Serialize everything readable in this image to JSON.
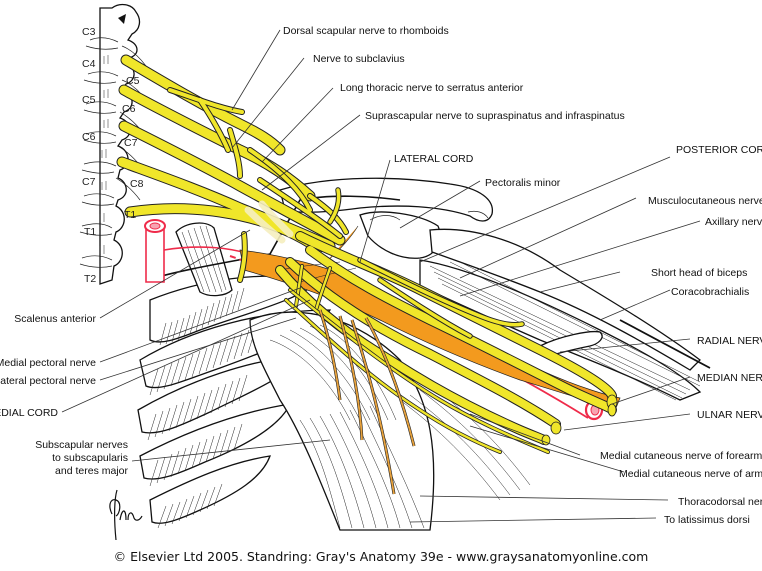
{
  "figure": {
    "title": "Brachial plexus",
    "colors": {
      "nerve": "#f0e62a",
      "cord_posterior": "#f39a1e",
      "artery": "#ef2b4a",
      "artery_lumen": "#f7a3b1",
      "ink": "#111111",
      "pale_nerve": "#f6efbf"
    },
    "vertebra_labels": [
      "C3",
      "C4",
      "C5",
      "C6",
      "C7",
      "T1",
      "T2"
    ],
    "root_labels": [
      "C5",
      "C6",
      "C7",
      "C8",
      "T1"
    ],
    "labels_top": [
      "Dorsal scapular nerve to rhomboids",
      "Nerve to subclavius",
      "Long thoracic nerve to serratus anterior",
      "Suprascapular nerve to supraspinatus and infraspinatus"
    ],
    "labels_center": [
      "LATERAL CORD",
      "Pectoralis minor"
    ],
    "labels_right": [
      "POSTERIOR CORD",
      "Musculocutaneous nerve",
      "Axillary nerve",
      "Short head of biceps",
      "Coracobrachialis",
      "RADIAL NERVE",
      "MEDIAN NERVE",
      "ULNAR NERVE",
      "Medial cutaneous nerve of forearm",
      "Medial cutaneous nerve of arm",
      "Thoracodorsal nerve",
      "To latissimus dorsi"
    ],
    "labels_left": [
      "Scalenus anterior",
      "Medial pectoral nerve",
      "Lateral pectoral nerve",
      "MEDIAL CORD"
    ],
    "subscapular_label": [
      "Subscapular nerves",
      "to subscapularis",
      "and teres major"
    ],
    "signature": "Fisher"
  },
  "footer": {
    "copyright": "© Elsevier Ltd 2005. Standring: Gray's Anatomy 39e - www.graysanatomyonline.com"
  }
}
